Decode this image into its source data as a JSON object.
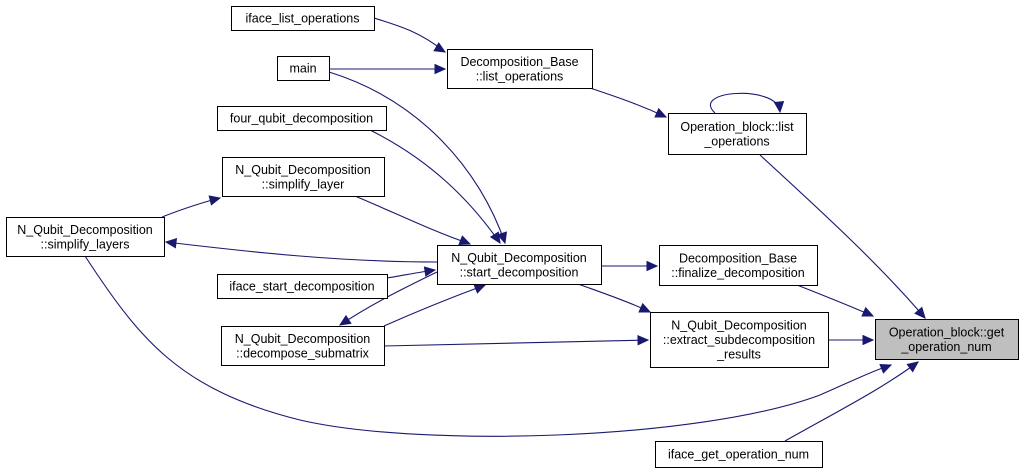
{
  "colors": {
    "edge": "#191970",
    "node_border": "#000000",
    "highlight_fill": "#bfbfbf"
  },
  "nodes": {
    "iface_list_operations": {
      "lines": [
        "iface_list_operations"
      ]
    },
    "main": {
      "lines": [
        "main"
      ]
    },
    "four_qubit_decomposition": {
      "lines": [
        "four_qubit_decomposition"
      ]
    },
    "simplify_layer": {
      "lines": [
        "N_Qubit_Decomposition",
        "::simplify_layer"
      ]
    },
    "simplify_layers": {
      "lines": [
        "N_Qubit_Decomposition",
        "::simplify_layers"
      ]
    },
    "iface_start_decomposition": {
      "lines": [
        "iface_start_decomposition"
      ]
    },
    "decompose_submatrix": {
      "lines": [
        "N_Qubit_Decomposition",
        "::decompose_submatrix"
      ]
    },
    "db_list_operations": {
      "lines": [
        "Decomposition_Base",
        "::list_operations"
      ]
    },
    "start_decomposition": {
      "lines": [
        "N_Qubit_Decomposition",
        "::start_decomposition"
      ]
    },
    "ob_list_operations": {
      "lines": [
        "Operation_block::list",
        "_operations"
      ]
    },
    "finalize_decomposition": {
      "lines": [
        "Decomposition_Base",
        "::finalize_decomposition"
      ]
    },
    "extract_subdecomposition_results": {
      "lines": [
        "N_Qubit_Decomposition",
        "::extract_subdecomposition",
        "_results"
      ]
    },
    "iface_get_operation_num": {
      "lines": [
        "iface_get_operation_num"
      ]
    },
    "get_operation_num": {
      "lines": [
        "Operation_block::get",
        "_operation_num"
      ]
    }
  }
}
